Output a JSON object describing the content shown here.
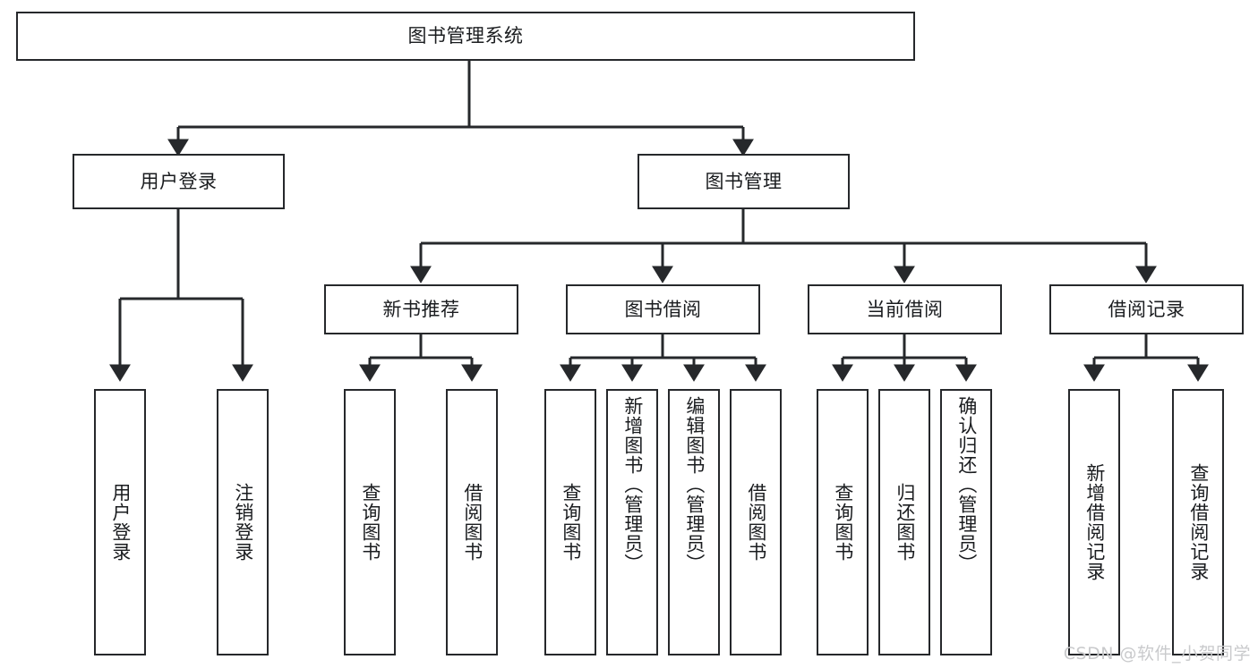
{
  "diagram": {
    "title": "图书管理系统",
    "type": "tree-hierarchy-diagram",
    "colors": {
      "stroke": "#26282b",
      "text": "#1a1c1f",
      "background": "#ffffff",
      "watermark": "#c9cacc"
    },
    "root": {
      "label": "图书管理系统"
    },
    "level2": [
      {
        "label": "用户登录"
      },
      {
        "label": "图书管理"
      }
    ],
    "level3": [
      {
        "label": "新书推荐"
      },
      {
        "label": "图书借阅"
      },
      {
        "label": "当前借阅"
      },
      {
        "label": "借阅记录"
      }
    ],
    "leaves": {
      "user_login": [
        {
          "label": "用户登录"
        },
        {
          "label": "注销登录"
        }
      ],
      "new_book_recommend": [
        {
          "label": "查询图书"
        },
        {
          "label": "借阅图书"
        }
      ],
      "book_borrow": [
        {
          "label": "查询图书"
        },
        {
          "label": "新增图书（管理员）"
        },
        {
          "label": "编辑图书（管理员）"
        },
        {
          "label": "借阅图书"
        }
      ],
      "current_borrow": [
        {
          "label": "查询图书"
        },
        {
          "label": "归还图书"
        },
        {
          "label": "确认归还（管理员）"
        }
      ],
      "borrow_record": [
        {
          "label": "新增借阅记录"
        },
        {
          "label": "查询借阅记录"
        }
      ]
    }
  },
  "watermark": {
    "text": "CSDN @软件_小贺同学"
  }
}
